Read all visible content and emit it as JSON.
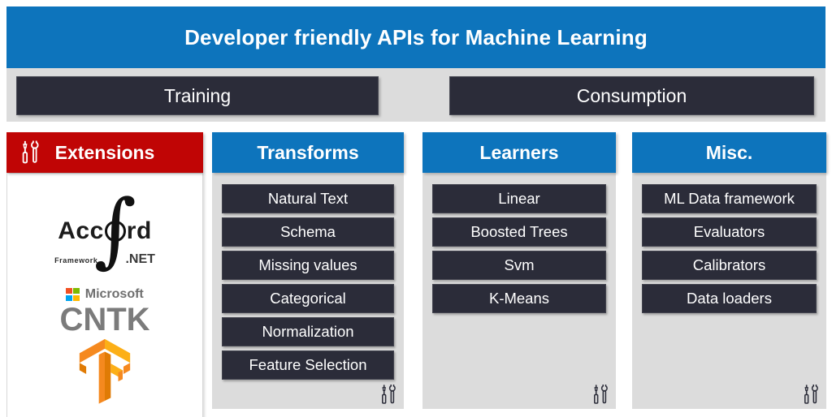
{
  "colors": {
    "banner_blue": "#0d74bc",
    "header_red": "#c00505",
    "tile_dark": "#2b2c39",
    "panel_gray": "#dcdcdc",
    "ms_red": "#f25022",
    "ms_green": "#7fba00",
    "ms_blue": "#00a4ef",
    "ms_yellow": "#ffb900",
    "tf_light": "#fcaf17",
    "tf_mid": "#f5891f",
    "tf_dark": "#e07b05"
  },
  "banner": {
    "title": "Developer friendly APIs for Machine Learning"
  },
  "phase_bar": {
    "training_label": "Training",
    "consumption_label": "Consumption"
  },
  "columns": {
    "extensions": {
      "title": "Extensions",
      "logos": {
        "accord": {
          "pre": "Acc",
          "post": "rd",
          "sub_left": "Framework",
          "sub_right": ".NET"
        },
        "cntk": {
          "brand": "Microsoft",
          "product": "CNTK"
        }
      }
    },
    "transforms": {
      "title": "Transforms",
      "items": [
        "Natural Text",
        "Schema",
        "Missing values",
        "Categorical",
        "Normalization",
        "Feature Selection"
      ]
    },
    "learners": {
      "title": "Learners",
      "items": [
        "Linear",
        "Boosted Trees",
        "Svm",
        "K-Means"
      ]
    },
    "misc": {
      "title": "Misc.",
      "items": [
        "ML Data framework",
        "Evaluators",
        "Calibrators",
        "Data loaders"
      ]
    }
  },
  "icons": {
    "extensions_header": "tools-icon",
    "transforms_corner": "tools-icon",
    "learners_corner": "tools-icon",
    "misc_corner": "tools-icon",
    "microsoft_logo": "microsoft-four-squares",
    "tensorflow_logo": "tensorflow-tf-3d",
    "accord_logo": "integral-through-circle"
  }
}
